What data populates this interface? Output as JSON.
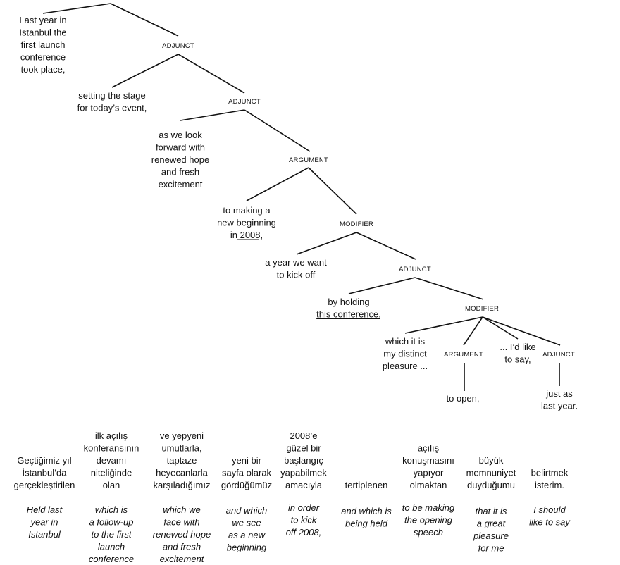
{
  "tree": {
    "labels": [
      "ADJUNCT",
      "ADJUNCT",
      "ARGUMENT",
      "MODIFIER",
      "ADJUNCT",
      "MODIFIER",
      "ARGUMENT",
      "ADJUNCT"
    ],
    "leaves": [
      {
        "lines": [
          "Last year in",
          "Istanbul the",
          "first launch",
          "conference",
          "took place,"
        ]
      },
      {
        "lines": [
          "setting the stage",
          "for today’s event,"
        ]
      },
      {
        "lines": [
          "as we look",
          "forward with",
          "renewed hope",
          "and fresh",
          "excitement"
        ]
      },
      {
        "lines": [
          "to making a",
          "new beginning",
          "in 2008,"
        ],
        "underline": "2008"
      },
      {
        "lines": [
          "a year we want",
          "to kick off"
        ]
      },
      {
        "lines": [
          "by holding",
          "this conference,"
        ],
        "underline": "this conference"
      },
      {
        "lines": [
          "which it is",
          "my distinct",
          "pleasure ..."
        ]
      },
      {
        "lines": [
          "to open,"
        ]
      },
      {
        "lines": [
          "... I’d like",
          "to say,"
        ]
      },
      {
        "lines": [
          "just as",
          "last year."
        ]
      }
    ]
  },
  "translation": {
    "turkish": [
      [
        "Geçtiğimiz yıl",
        "İstanbul’da",
        "gerçekleştirilen"
      ],
      [
        "ilk açılış",
        "konferansının",
        "devamı",
        "niteliğinde",
        "olan"
      ],
      [
        "ve yepyeni",
        "umutlarla,",
        "taptaze",
        "heyecanlarla",
        "karşıladığımız"
      ],
      [
        "yeni bir",
        "sayfa olarak",
        "gördüğümüz"
      ],
      [
        "2008’e",
        "güzel bir",
        "başlangıç",
        "yapabilmek",
        "amacıyla"
      ],
      [
        "tertiplenen"
      ],
      [
        "açılış",
        "konuşmasını",
        "yapıyor",
        "olmaktan"
      ],
      [
        "büyük",
        "memnuniyet",
        "duyduğumu"
      ],
      [
        "belirtmek",
        "isterim."
      ]
    ],
    "english": [
      [
        "Held last",
        "year in",
        "Istanbul"
      ],
      [
        "which is",
        "a follow-up",
        "to the first",
        "launch",
        "conference"
      ],
      [
        "which we",
        "face with",
        "renewed hope",
        "and fresh",
        "excitement"
      ],
      [
        "and which",
        "we see",
        "as a new",
        "beginning"
      ],
      [
        "in order",
        "to kick",
        "off 2008,"
      ],
      [
        "and which is",
        "being held"
      ],
      [
        "to be making",
        "the opening",
        "speech"
      ],
      [
        "that it is",
        "a great",
        "pleasure",
        "for me"
      ],
      [
        "I should",
        "like to say"
      ]
    ]
  }
}
